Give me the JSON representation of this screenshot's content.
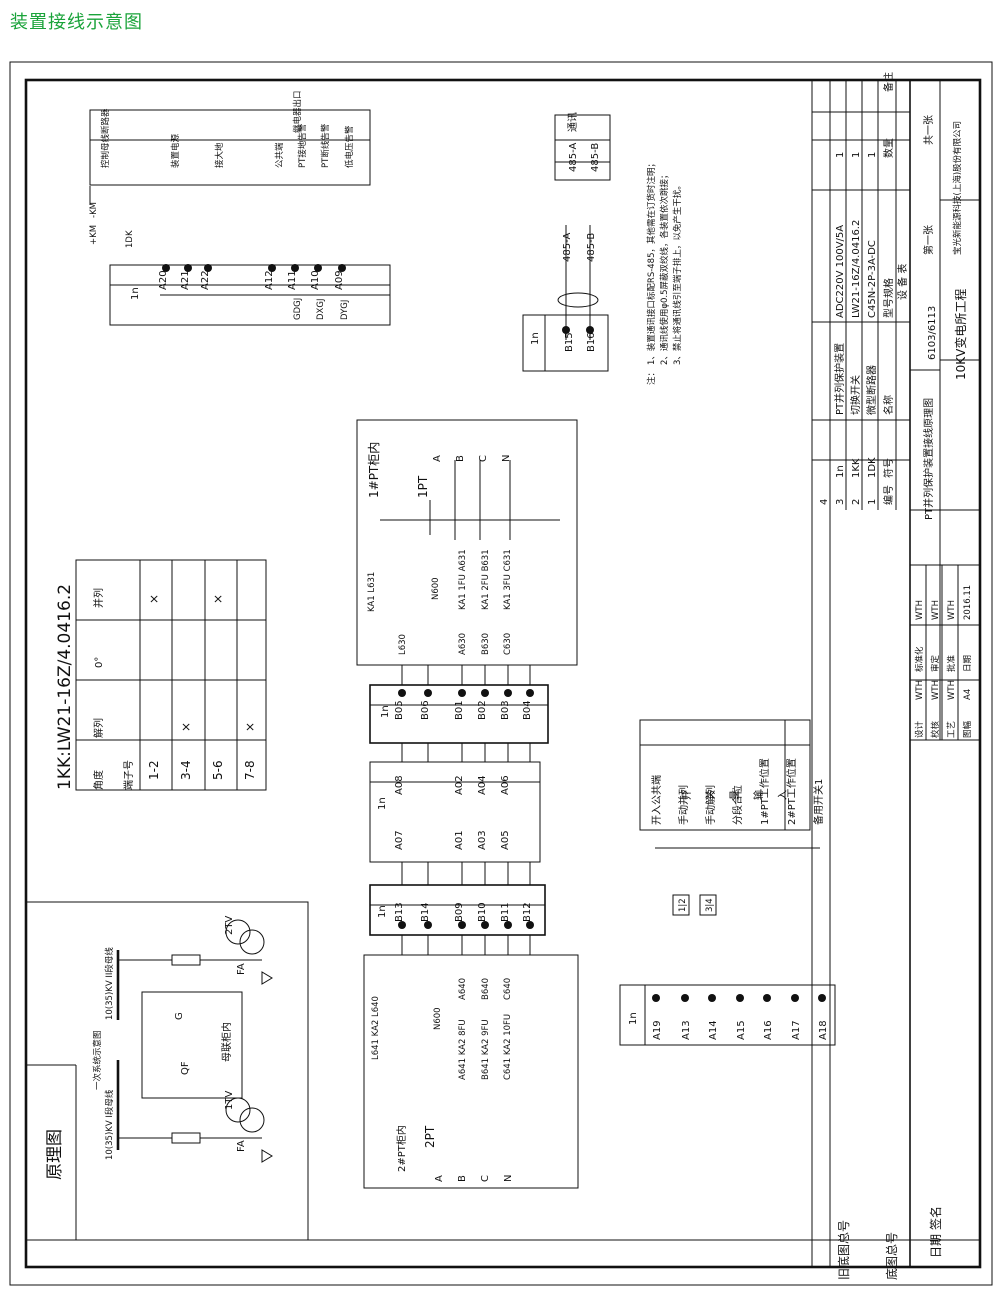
{
  "header": {
    "title": "装置接线示意图"
  },
  "left_margin": {
    "labels": [
      "旧底图总号",
      "底图总号",
      "日期",
      "签名"
    ]
  },
  "principle_box": {
    "title": "原理图",
    "bus_label": "一次系统示意图",
    "bus1": "10(35)KV I段母线",
    "bus2": "10(35)KV II段母线",
    "tv1": "1TV",
    "tv2": "2TV",
    "fa": "FA",
    "qf": "QF",
    "g": "G",
    "bus_tie": "母联柜内"
  },
  "switch_table": {
    "model": "1KK:LW21-16Z/4.0416.2",
    "headers": [
      "角度",
      "解列",
      "0°",
      "并列"
    ],
    "subheader": "端子号",
    "rows": [
      {
        "terminals": "1-2",
        "marks": [
          "",
          "",
          "×"
        ]
      },
      {
        "terminals": "3-4",
        "marks": [
          "×",
          "",
          ""
        ]
      },
      {
        "terminals": "5-6",
        "marks": [
          "",
          "",
          "×"
        ]
      },
      {
        "terminals": "7-8",
        "marks": [
          "×",
          "",
          ""
        ]
      }
    ]
  },
  "top_terminals": {
    "device": "1n",
    "km_pos": "+KM",
    "km_neg": "-KM",
    "dk": "1DK",
    "terms": [
      "A20",
      "A21",
      "A22",
      "A12",
      "A11",
      "A10",
      "A09"
    ],
    "contacts": [
      "GDGJ",
      "DXGJ",
      "DYGJ"
    ],
    "func_labels": [
      "控制母线断路器",
      "装置电源",
      "接大地",
      "公共端",
      "PT接地告警",
      "PT断线告警",
      "低电压告警"
    ],
    "group_label": "继电器出口"
  },
  "comm": {
    "device": "1n",
    "terms": [
      "B15",
      "B16"
    ],
    "lines": [
      "485-A",
      "485-B"
    ],
    "box_labels": [
      "485-A",
      "485-B"
    ],
    "box_title": "通讯"
  },
  "notes": {
    "prefix": "注：",
    "items": [
      "1、装置通讯接口标配RS-485，其他需在订货时注明；",
      "2、通讯线使用φ0.5屏蔽双绞线，各装置依次跳接；",
      "3、禁止将通讯线引至端子排上，以免产生干扰。"
    ]
  },
  "pt1": {
    "title": "1#PT柜内",
    "pt": "1PT",
    "phases": [
      "A",
      "B",
      "C",
      "N"
    ],
    "labels": [
      "KA1 L631",
      "L630",
      "N600",
      "A630",
      "B630",
      "C630",
      "KA1 1FU A631",
      "KA1 2FU B631",
      "KA1 3FU C631"
    ]
  },
  "pt2": {
    "title": "2#PT柜内",
    "pt": "2PT",
    "phases": [
      "A",
      "B",
      "C",
      "N"
    ],
    "labels": [
      "L641 KA2 L640",
      "N600",
      "A640",
      "B640",
      "C640",
      "A641 KA2 8FU",
      "B641 KA2 9FU",
      "C641 KA2 10FU"
    ]
  },
  "strip_b": {
    "device": "1n",
    "terms": [
      "B05",
      "B06",
      "B01",
      "B02",
      "B03",
      "B04"
    ]
  },
  "strip_a": {
    "device": "1n",
    "left": [
      "A07",
      "A01",
      "A03",
      "A05"
    ],
    "right": [
      "A08",
      "A02",
      "A04",
      "A06"
    ]
  },
  "strip_c": {
    "device": "1n",
    "terms": [
      "B13",
      "B14",
      "B09",
      "B10",
      "B11",
      "B12"
    ]
  },
  "inputs": {
    "device": "1n",
    "terms": [
      "A19",
      "A13",
      "A14",
      "A15",
      "A16",
      "A17",
      "A18"
    ],
    "contacts": [
      "1|2",
      "3|4"
    ],
    "labels": [
      "开入公共端",
      "手动并列",
      "手动解列",
      "分段合位",
      "1#PT工作位置",
      "2#PT工作位置",
      "备用开关1"
    ],
    "side": "开关量输入"
  },
  "bom": {
    "headers": [
      "编号",
      "符号",
      "名称",
      "型号规格",
      "数量",
      "备注"
    ],
    "rows": [
      [
        "1",
        "1DK",
        "微型断路器",
        "C45N-2P-3A-DC",
        "1",
        ""
      ],
      [
        "2",
        "1KK",
        "切换开关",
        "LW21-16Z/4.0416.2",
        "1",
        ""
      ],
      [
        "3",
        "1n",
        "PT并列保护装置",
        "ADC220V 100V/5A",
        "1",
        ""
      ],
      [
        "4",
        "",
        "",
        "",
        "",
        ""
      ]
    ],
    "table_title": "设 备 表"
  },
  "title_block": {
    "roles": [
      "设计",
      "校核",
      "工艺",
      "图幅"
    ],
    "names": [
      "WTH",
      "WTH",
      "WTH",
      "A4"
    ],
    "roles2": [
      "标准化",
      "审定",
      "批准",
      "日期"
    ],
    "names2": [
      "WTH",
      "WTH",
      "WTH",
      "2016.11"
    ],
    "drawing_title": "PT并列保护装置接线原理图",
    "drawing_no": "6103/6113",
    "project": "10KV变电所工程",
    "sheet": "第一张",
    "total": "共一张",
    "company": "宝光新能源科技(上海)股份有限公司"
  }
}
